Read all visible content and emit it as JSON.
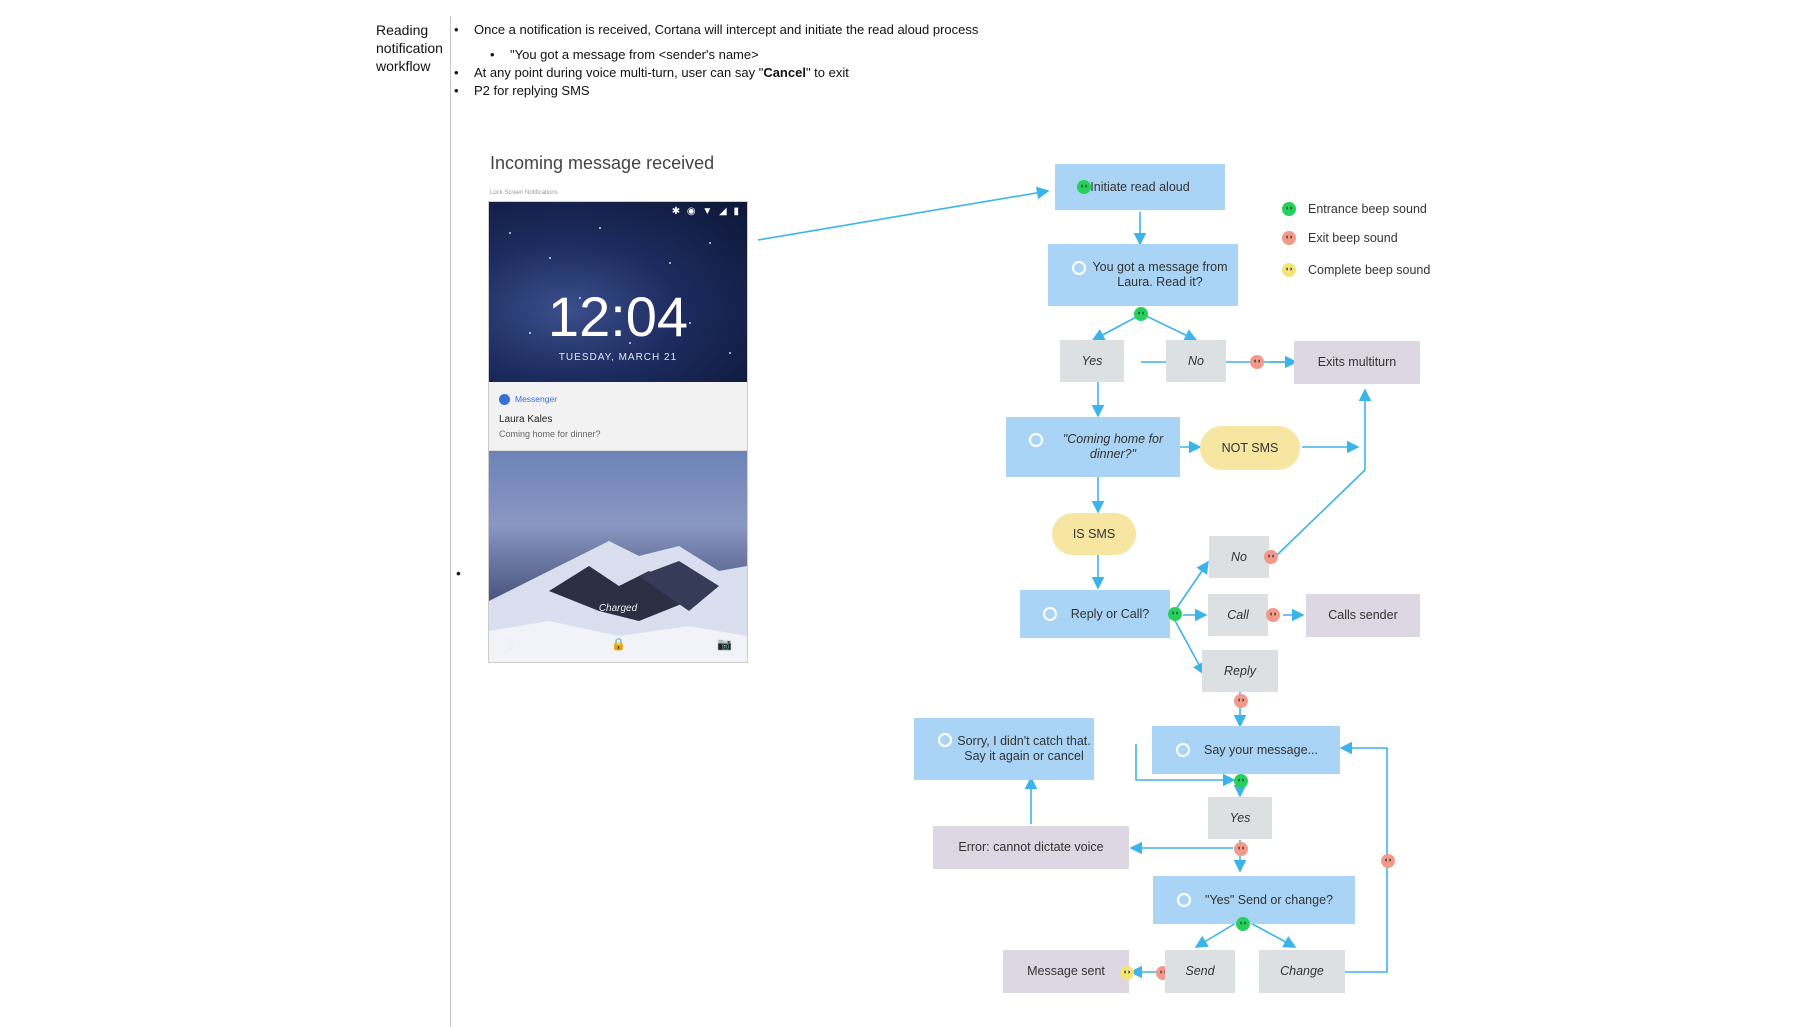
{
  "sidebar": {
    "title_lines": [
      "Reading",
      "notification",
      "workflow"
    ]
  },
  "bullets": {
    "b1": "Once a notification is received, Cortana will intercept and initiate the read aloud process",
    "b1_sub": "\"You got a message from <sender's name>",
    "b2_pre": "At any point during voice multi-turn, user can say \"",
    "b2_bold": "Cancel",
    "b2_post": "\" to exit",
    "b3": "P2 for replying SMS",
    "dot": "•",
    "subdot": "•"
  },
  "section_title": "Incoming message received",
  "phone": {
    "caption": "Lock Screen Notifications",
    "status_icons": "✱ ◉ ▼ ◢ ▮",
    "time": "12:04",
    "date": "TUESDAY, MARCH 21",
    "app": "Messenger",
    "sender": "Laura Kales",
    "snippet": "Coming home for dinner?",
    "charged": "Charged",
    "mic_icon": "mic-icon",
    "lock_icon": "lock-icon",
    "camera_icon": "camera-icon"
  },
  "flow": {
    "initiate": "Initiate read aloud",
    "prompt": "You got a message from Laura. Read it?",
    "yes1": "Yes",
    "no1": "No",
    "exits": "Exits multiturn",
    "coming": "\"Coming home for dinner?\"",
    "not_sms": "NOT SMS",
    "is_sms": "IS SMS",
    "reply_or_call": "Reply or Call?",
    "no2": "No",
    "call": "Call",
    "calls_sender": "Calls sender",
    "reply": "Reply",
    "sorry": "Sorry, I didn't catch that. Say it again or cancel",
    "say_msg": "Say your message...",
    "yes2": "Yes",
    "error": "Error: cannot dictate voice",
    "send_or_change": "\"Yes\" Send or change?",
    "sent": "Message sent",
    "send": "Send",
    "change": "Change"
  },
  "legend": {
    "entrance": "Entrance beep sound",
    "exit": "Exit beep sound",
    "complete": "Complete beep sound"
  },
  "colors": {
    "blue": "#a9d4f5",
    "grey": "#dde0e3",
    "purple": "#ddd6e3",
    "yellow": "#f6e6a2",
    "arrow": "#3bb4ea",
    "entrance": "#25d15a",
    "exit": "#f2998a",
    "complete": "#f3e47a"
  }
}
